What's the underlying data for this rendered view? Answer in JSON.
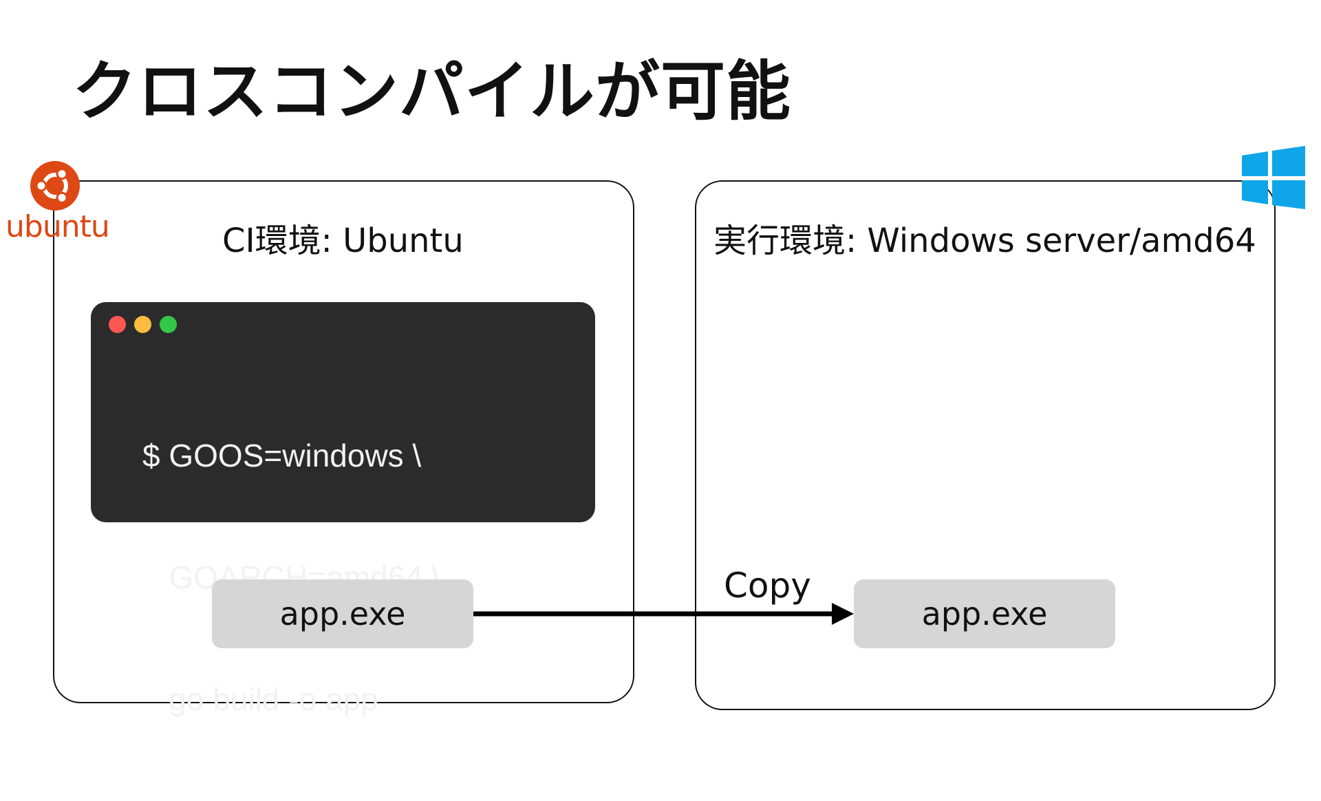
{
  "title": "クロスコンパイルが可能",
  "ci_environment": {
    "label": "CI環境: Ubuntu",
    "logo": {
      "icon": "ubuntu-icon",
      "wordmark": "ubuntu",
      "color": "#dd4814"
    },
    "terminal": {
      "background": "#2b2b2b",
      "window_buttons": [
        "#fc5753",
        "#fdbc40",
        "#33c748"
      ],
      "lines": [
        "$ GOOS=windows \\",
        "   GOARCH=amd64 \\",
        "   go build -o app"
      ]
    },
    "artifact": "app.exe"
  },
  "run_environment": {
    "label": "実行環境: Windows server/amd64",
    "logo": {
      "icon": "windows-icon",
      "color": "#0ea5e9"
    },
    "artifact": "app.exe"
  },
  "transfer": {
    "label": "Copy",
    "icon": "arrow-right-icon"
  }
}
